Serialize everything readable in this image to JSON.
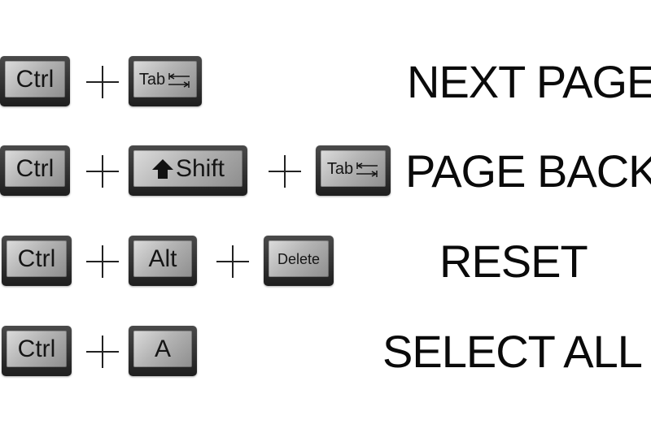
{
  "shortcuts": [
    {
      "keys": [
        "Ctrl",
        "Tab"
      ],
      "action": "NEXT PAGE"
    },
    {
      "keys": [
        "Ctrl",
        "Shift",
        "Tab"
      ],
      "action": "PAGE BACK"
    },
    {
      "keys": [
        "Ctrl",
        "Alt",
        "Delete"
      ],
      "action": "RESET"
    },
    {
      "keys": [
        "Ctrl",
        "A"
      ],
      "action": "SELECT ALL"
    }
  ],
  "icons": {
    "tab": "tab-arrows-icon",
    "shift": "shift-arrow-icon",
    "plus": "plus-icon"
  },
  "colors": {
    "key_face": "#b4b4b4",
    "key_border": "#2a2a2a",
    "text": "#0a0a0a"
  }
}
